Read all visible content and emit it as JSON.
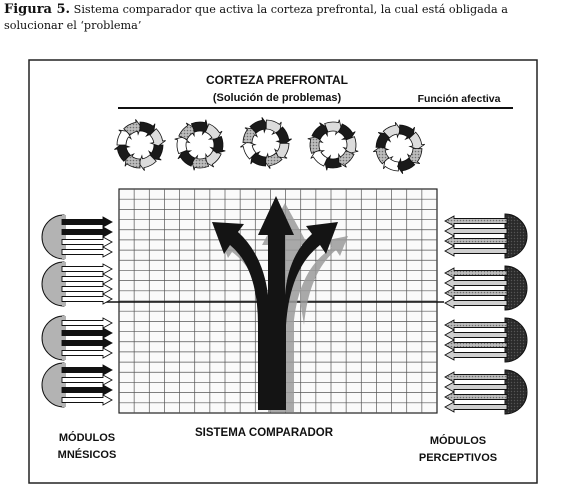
{
  "caption": {
    "label": "Figura 5.",
    "text": "Sistema comparador que activa la corteza prefrontal, la cual está obligada a solucionar el ‘problema’"
  },
  "diagram": {
    "cortex_title": "CORTEZA PREFRONTAL",
    "cortex_subtitle": "(Solución de problemas)",
    "affective_label": "Función afectiva",
    "comparator_label": "SISTEMA COMPARADOR",
    "mnemonic_label_1": "MÓDULOS",
    "mnemonic_label_2": "MNÉSICOS",
    "perceptive_label_1": "MÓDULOS",
    "perceptive_label_2": "PERCEPTIVOS"
  },
  "colors": {
    "dark": "#1a1a1a",
    "mid_gray": "#a8a8a8",
    "light_gray": "#d6d6d6",
    "grid_line": "#333333"
  }
}
